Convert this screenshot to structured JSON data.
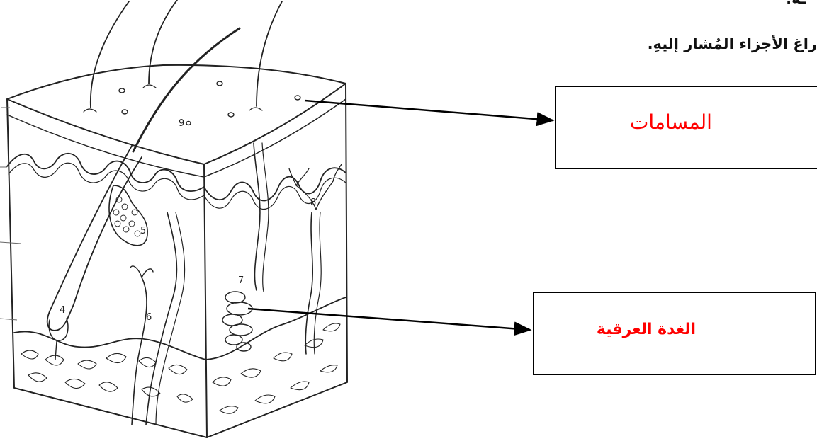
{
  "instructions": {
    "top_fragment": "ـه.",
    "main": "راغ الأجزاء المُشار إليهِ."
  },
  "labels": {
    "pores": "المسامات",
    "sweat_gland": "الغدة العرقية"
  },
  "diagram_numbers": {
    "n4": "4",
    "n5": "5",
    "n6": "6",
    "n7": "7",
    "n8": "8",
    "n9": "9"
  },
  "colors": {
    "label_text": "#ff0000",
    "line_art": "#222222"
  }
}
